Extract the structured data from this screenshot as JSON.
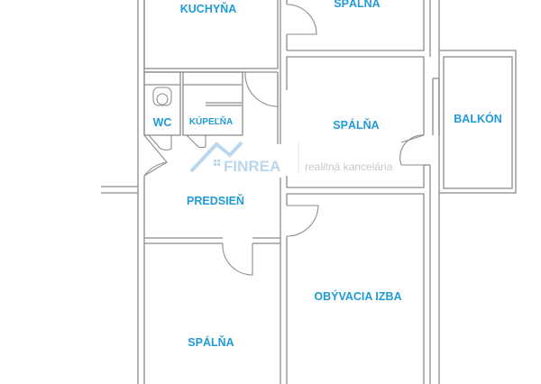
{
  "rooms": {
    "kitchen": "KUCHYŇA",
    "bedroom_top": "SPÁLŇA",
    "bedroom_middle": "SPÁLŇA",
    "balcony": "BALKÓN",
    "wc": "WC",
    "bathroom": "KÚPEĽŇA",
    "hallway": "PREDSIEŇ",
    "living_room": "OBÝVACIA IZBA",
    "bedroom_bottom": "SPÁLŇA"
  },
  "watermark": {
    "brand": "FINREA",
    "tagline": "realitná kancelária"
  },
  "colors": {
    "label": "#1f9bd7",
    "walls": "#8c8c8c",
    "watermark": "#b9d7ee"
  }
}
